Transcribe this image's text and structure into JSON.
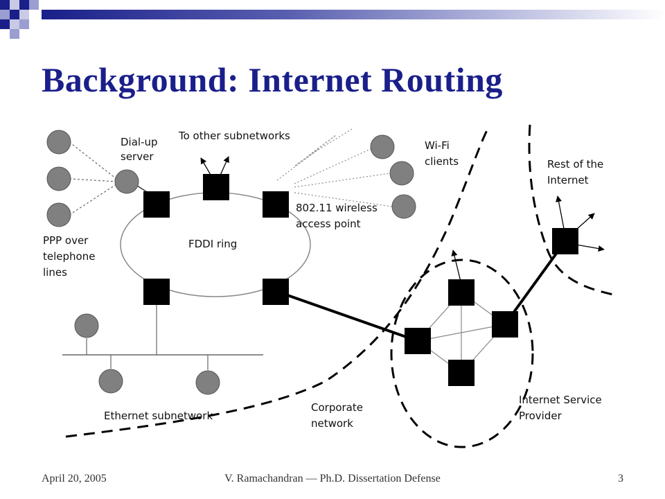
{
  "slide": {
    "title": "Background:  Internet Routing"
  },
  "diagram": {
    "labels": {
      "dialup": [
        "Dial-up",
        "server"
      ],
      "other_subnets": "To other subnetworks",
      "wifi_clients": [
        "Wi-Fi",
        "clients"
      ],
      "rest_internet": [
        "Rest of the",
        "Internet"
      ],
      "access_point": [
        "802.11 wireless",
        "access point"
      ],
      "ppp": [
        "PPP over",
        "telephone",
        "lines"
      ],
      "fddi": "FDDI ring",
      "ethernet": "Ethernet subnetwork",
      "corporate": [
        "Corporate",
        "network"
      ],
      "isp": [
        "Internet Service",
        "Provider"
      ]
    }
  },
  "footer": {
    "date": "April 20, 2005",
    "center": "V. Ramachandran — Ph.D. Dissertation Defense",
    "page": "3"
  },
  "colors": {
    "title": "#1a1f8a",
    "host_fill": "#808080",
    "router_fill": "#000000"
  }
}
